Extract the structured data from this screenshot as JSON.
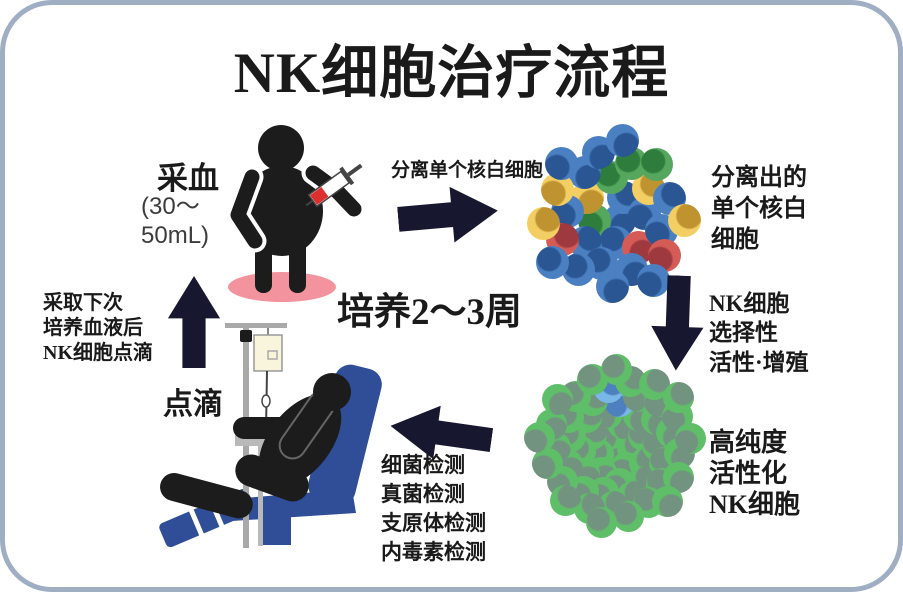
{
  "title": "NK细胞治疗流程",
  "labels": {
    "blood_draw": "采血",
    "blood_volume": "(30～\n50mL)",
    "separate_arrow": "分离单个核白细胞",
    "separated_cells": "分离出的\n单个核白\n细胞",
    "nk_selection": "NK细胞\n选择性\n活性·增殖",
    "culture_period": "培养2～3周",
    "high_purity_nk": "高纯度\n活性化\nNK细胞",
    "safety_tests": "细菌检测\n真菌检测\n支原体检测\n内毒素检测",
    "next_collection": "采取下次\n培养血液后\nNK细胞点滴",
    "iv_drip": "点滴"
  },
  "colors": {
    "frame_border": "#9FAEC2",
    "arrow": "#17172F",
    "text": "#1A1A1A",
    "secondary_text": "#3C3C3C",
    "chair_blue": "#2F4E97",
    "mat_pink": "#F2939D",
    "silhouette": "#1C1C1C",
    "pole_gray": "#A9A9A9",
    "iv_bag": "#F8F5DC",
    "blood_red": "#DE2F2F"
  },
  "clusters": {
    "mixed": {
      "count": 30,
      "diameter": 190,
      "cell_diameter": 33,
      "place_radius": 78,
      "phase": 0.5,
      "sequence": "BGBBYBBGRBYBBBRGBYBBBRYGBBYBBB",
      "palette": {
        "B": {
          "main": "#4A80C2",
          "dark": "#2A5694"
        },
        "Y": {
          "main": "#F2CE63",
          "dark": "#BF9330"
        },
        "G": {
          "main": "#55A75E",
          "dark": "#2E7D3C"
        },
        "R": {
          "main": "#D45B56",
          "dark": "#9E3A3F"
        }
      }
    },
    "green": {
      "count": 56,
      "diameter": 190,
      "cell_diameter": 31,
      "place_radius": 79,
      "phase": 1.7,
      "sequence": "GGGGGGGGGGGGGGGGGBGGGGGGGGGGGGBGGGGGGGGGGGGGGGGGGGGGGGG",
      "palette": {
        "G": {
          "main": "#5FBE68",
          "dark": "#72937F"
        },
        "B": {
          "main": "#79B7E8",
          "dark": "#4E7FBE"
        }
      }
    }
  }
}
